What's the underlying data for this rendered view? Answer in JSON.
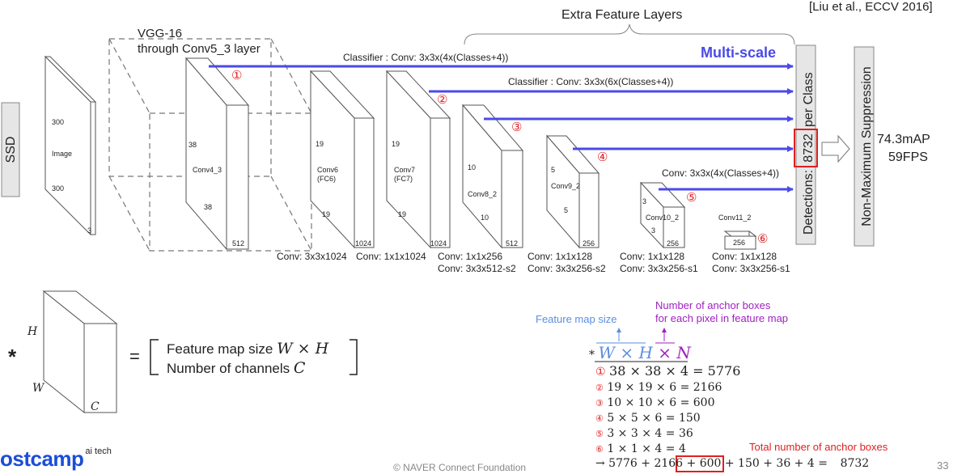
{
  "citation": "[Liu et al., ECCV 2016]",
  "extra_feature_layers": "Extra Feature Layers",
  "vgg_title_line1": "VGG-16",
  "vgg_title_line2": "through Conv5_3 layer",
  "multi_scale": "Multi-scale",
  "ssd": "SSD",
  "image_box": {
    "w": "300",
    "h": "300",
    "label": "Image",
    "d": "3"
  },
  "blocks": {
    "conv4_3": {
      "size_top": "38",
      "label": "Conv4_3",
      "size_bottom": "38",
      "channels": "512"
    },
    "conv6": {
      "size_top": "19",
      "label_line1": "Conv6",
      "label_line2": "(FC6)",
      "size_bottom": "19",
      "channels": "1024"
    },
    "conv7": {
      "size_top": "19",
      "label_line1": "Conv7",
      "label_line2": "(FC7)",
      "size_bottom": "19",
      "channels": "1024"
    },
    "conv8_2": {
      "size_top": "10",
      "label": "Conv8_2",
      "size_bottom": "10",
      "channels": "512"
    },
    "conv9_2": {
      "size_top": "5",
      "label": "Conv9_2",
      "size_bottom": "5",
      "channels": "256"
    },
    "conv10_2": {
      "size_top": "3",
      "label": "Conv10_2",
      "size_bottom": "3",
      "channels": "256"
    },
    "conv11_2": {
      "label": "Conv11_2",
      "channels": "256"
    }
  },
  "classifiers": {
    "c1": "Classifier : Conv: 3x3x(4x(Classes+4))",
    "c2": "Classifier : Conv: 3x3x(6x(Classes+4))",
    "c3": "Conv: 3x3x(4x(Classes+4))"
  },
  "markers": [
    "①",
    "②",
    "③",
    "④",
    "⑤",
    "⑥"
  ],
  "conv_ops": {
    "op1": "Conv: 3x3x1024",
    "op2": "Conv: 1x1x1024",
    "op3a": "Conv: 1x1x256",
    "op3b": "Conv: 3x3x512-s2",
    "op4a": "Conv: 1x1x128",
    "op4b": "Conv: 3x3x256-s2",
    "op5a": "Conv: 1x1x128",
    "op5b": "Conv: 3x3x256-s1",
    "op6a": "Conv: 1x1x128",
    "op6b": "Conv: 3x3x256-s1"
  },
  "detections": {
    "prefix": "Detections:",
    "count": "8732",
    "suffix": "per Class"
  },
  "nms": "Non-Maximum Suppression",
  "result": {
    "map": "74.3mAP",
    "fps": "59FPS"
  },
  "legend": {
    "star": "*",
    "h": "H",
    "w": "W",
    "c": "C",
    "equals": "=",
    "line1_text": "Feature map size ",
    "line1_math": "W × H",
    "line2_text": "Number of channels ",
    "line2_math": "C"
  },
  "formula": {
    "feature_map_size": "Feature map size",
    "anchor_line1": "Number of anchor boxes",
    "anchor_line2": "for each pixel in feature map",
    "header_star": "* ",
    "header_wh": "W × H",
    "header_n": " × N",
    "rows": [
      {
        "marker": "①",
        "expr": "38 × 38 × 4 = 5776"
      },
      {
        "marker": "②",
        "expr": "19 × 19 × 6 = 2166"
      },
      {
        "marker": "③",
        "expr": "10 × 10 × 6 = 600"
      },
      {
        "marker": "④",
        "expr": "5 × 5 × 6 = 150"
      },
      {
        "marker": "⑤",
        "expr": "3 × 3 × 4 = 36"
      },
      {
        "marker": "⑥",
        "expr": "1 × 1 × 4 = 4"
      }
    ],
    "total_label": "Total number of anchor boxes",
    "total_expr": "→ 5776 + 2166 + 600 + 150 + 36 + 4 = ",
    "total_value": "8732"
  },
  "footer": {
    "logo": "ostcamp",
    "logo_sup": "ai tech",
    "copyright": "© NAVER Connect Foundation",
    "page": "33"
  },
  "colors": {
    "arrow": "#4a4ae8",
    "marker": "#e02020",
    "purple": "#a020c0",
    "blue": "#5a8ee0",
    "logo": "#1a4dd8"
  }
}
